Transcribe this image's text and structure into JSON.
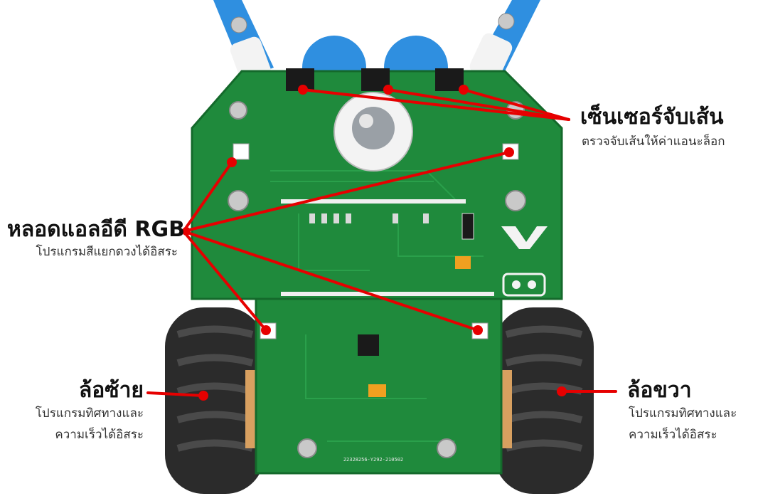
{
  "labels": {
    "sensor": {
      "title": "เซ็นเซอร์จับเส้น",
      "subtitle": "ตรวจจับเส้นให้ค่าแอนะล็อก"
    },
    "led": {
      "title": "หลอดแอลอีดี RGB",
      "subtitle": "โปรแกรมสีแยกดวงได้อิสระ"
    },
    "left_wheel": {
      "title": "ล้อซ้าย",
      "subtitle_line1": "โปรแกรมทิศทางและ",
      "subtitle_line2": "ความเร็วได้อิสระ"
    },
    "right_wheel": {
      "title": "ล้อขวา",
      "subtitle_line1": "โปรแกรมทิศทางและ",
      "subtitle_line2": "ความเร็วได้อิสระ"
    }
  },
  "colors": {
    "callout": "#e60000",
    "pcb": "#1f8a3c",
    "pcb_dark": "#14692b",
    "frame_blue": "#2f8fe0",
    "tire": "#2b2b2b"
  },
  "board_silkscreen": "22328256-Y292-210502"
}
